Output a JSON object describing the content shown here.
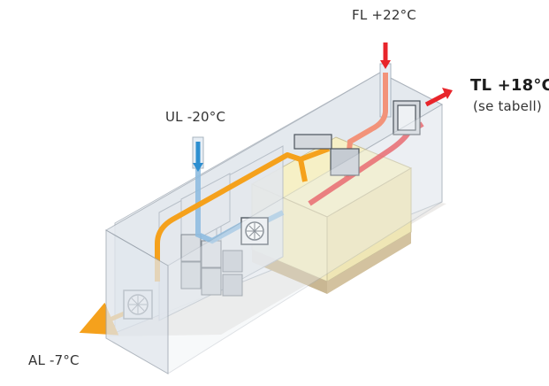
{
  "labels": {
    "fl": "FL +22°C",
    "tl": "TL +18°C",
    "tl_note": "(se tabell)",
    "ul": "UL -20°C",
    "al": "AL -7°C"
  },
  "colors": {
    "exhaust": "#e8252b",
    "extract_warm": "#f2937a",
    "outdoor_cold": "#2e8fd0",
    "exhaust_orange": "#f5a11c",
    "housing_face": "#d9dee5",
    "exchanger_body": "#f7f2cf"
  }
}
